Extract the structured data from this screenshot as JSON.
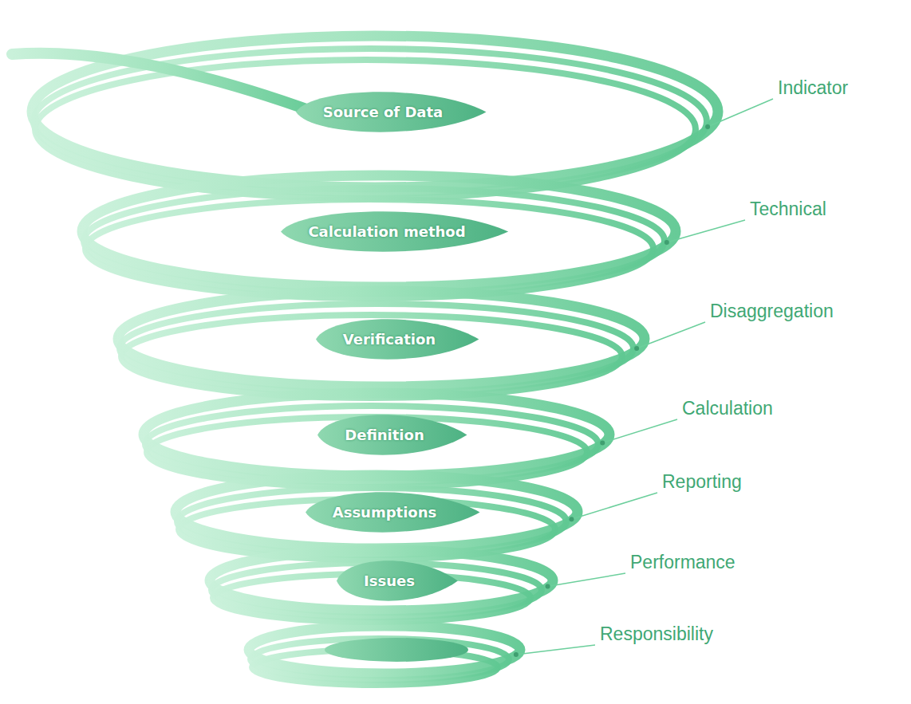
{
  "diagram": {
    "nodes": [
      {
        "text": [
          "Source of Data"
        ]
      },
      {
        "text": [
          "Calculation method"
        ]
      },
      {
        "text": [
          "Verification"
        ]
      },
      {
        "text": [
          "Definition"
        ]
      },
      {
        "text": [
          "Assumptions"
        ]
      },
      {
        "text": [
          "Issues"
        ]
      }
    ],
    "labels": [
      "Indicator",
      "Technical",
      "Disaggregation",
      "Calculation",
      "Reporting",
      "Performance",
      "Responsibility"
    ]
  }
}
